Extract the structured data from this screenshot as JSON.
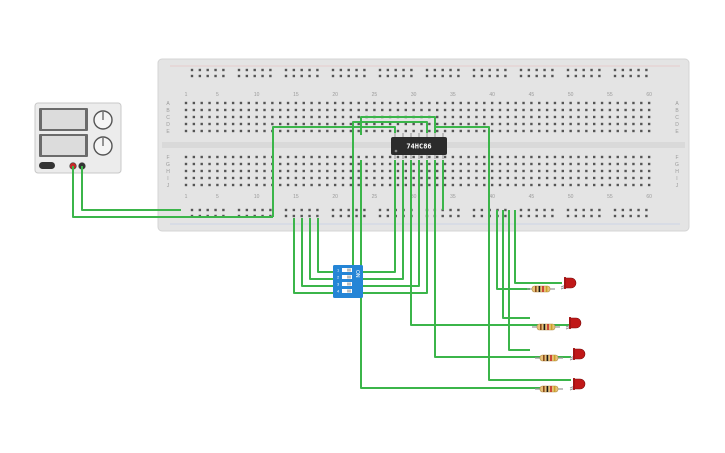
{
  "colors": {
    "breadboard": "#e4e4e4",
    "wire": "#3bb54a",
    "chip": "#2b2b2b",
    "dip_switch": "#2585d6",
    "led": "#c01818",
    "resistor": "#e8c27a"
  },
  "breadboard": {
    "column_numbers": [
      "1",
      "5",
      "10",
      "15",
      "20",
      "25",
      "30",
      "35",
      "40",
      "45",
      "50",
      "55",
      "60"
    ],
    "row_letters_top": [
      "A",
      "B",
      "C",
      "D",
      "E"
    ],
    "row_letters_bottom": [
      "F",
      "G",
      "H",
      "I",
      "J"
    ]
  },
  "chip": {
    "label": "74HC86"
  },
  "power_supply": {
    "knob_labels": [
      "",
      ""
    ],
    "button_label": "",
    "terminal_labels": [
      "",
      ""
    ]
  },
  "dip_switch": {
    "label": "ON",
    "positions": [
      "1",
      "2",
      "3",
      "4"
    ]
  },
  "components": {
    "led_count": 4,
    "resistor_count": 4
  }
}
